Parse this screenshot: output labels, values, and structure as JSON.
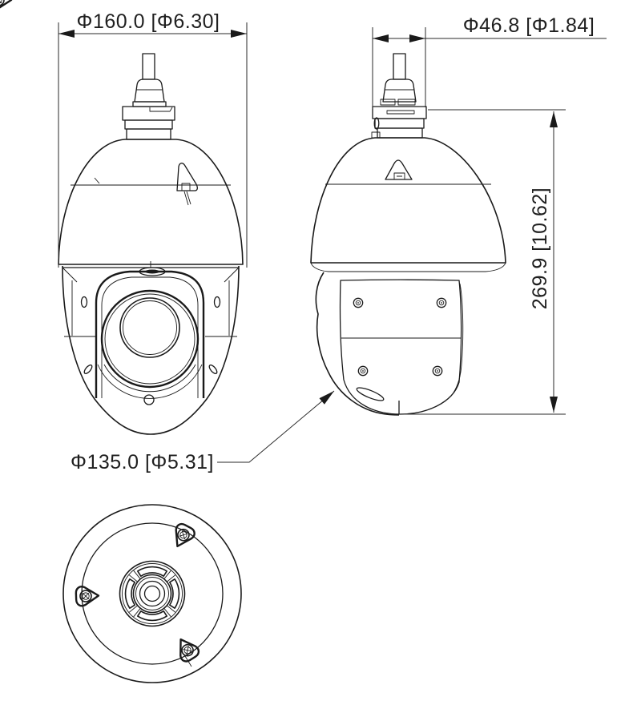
{
  "canvas": {
    "background": "#ffffff",
    "line_color": "#1a1a1a"
  },
  "drawing": {
    "type": "camera-dimension-diagram",
    "views": 3
  },
  "labels": {
    "dome_diameter": "Φ160.0 [Φ6.30]",
    "neck_diameter": "Φ46.8 [Φ1.84]",
    "body_height": "269.9 [10.62]",
    "base_diameter": "Φ135.0 [Φ5.31]"
  }
}
